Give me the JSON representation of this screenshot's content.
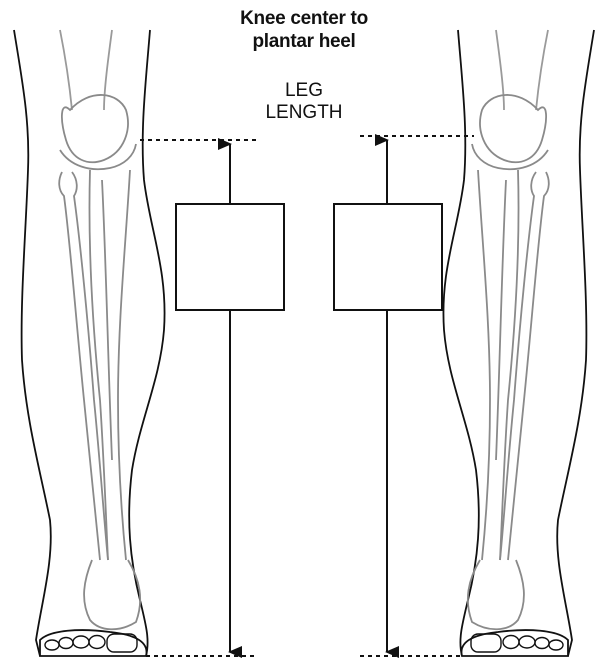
{
  "title": {
    "line1": "Knee center to",
    "line2": "plantar heel"
  },
  "measure_label": {
    "line1": "LEG",
    "line2": "LENGTH"
  },
  "colors": {
    "ink": "#111111",
    "bone_outline": "#8a8a8a",
    "bone_fill": "#ffffff"
  }
}
